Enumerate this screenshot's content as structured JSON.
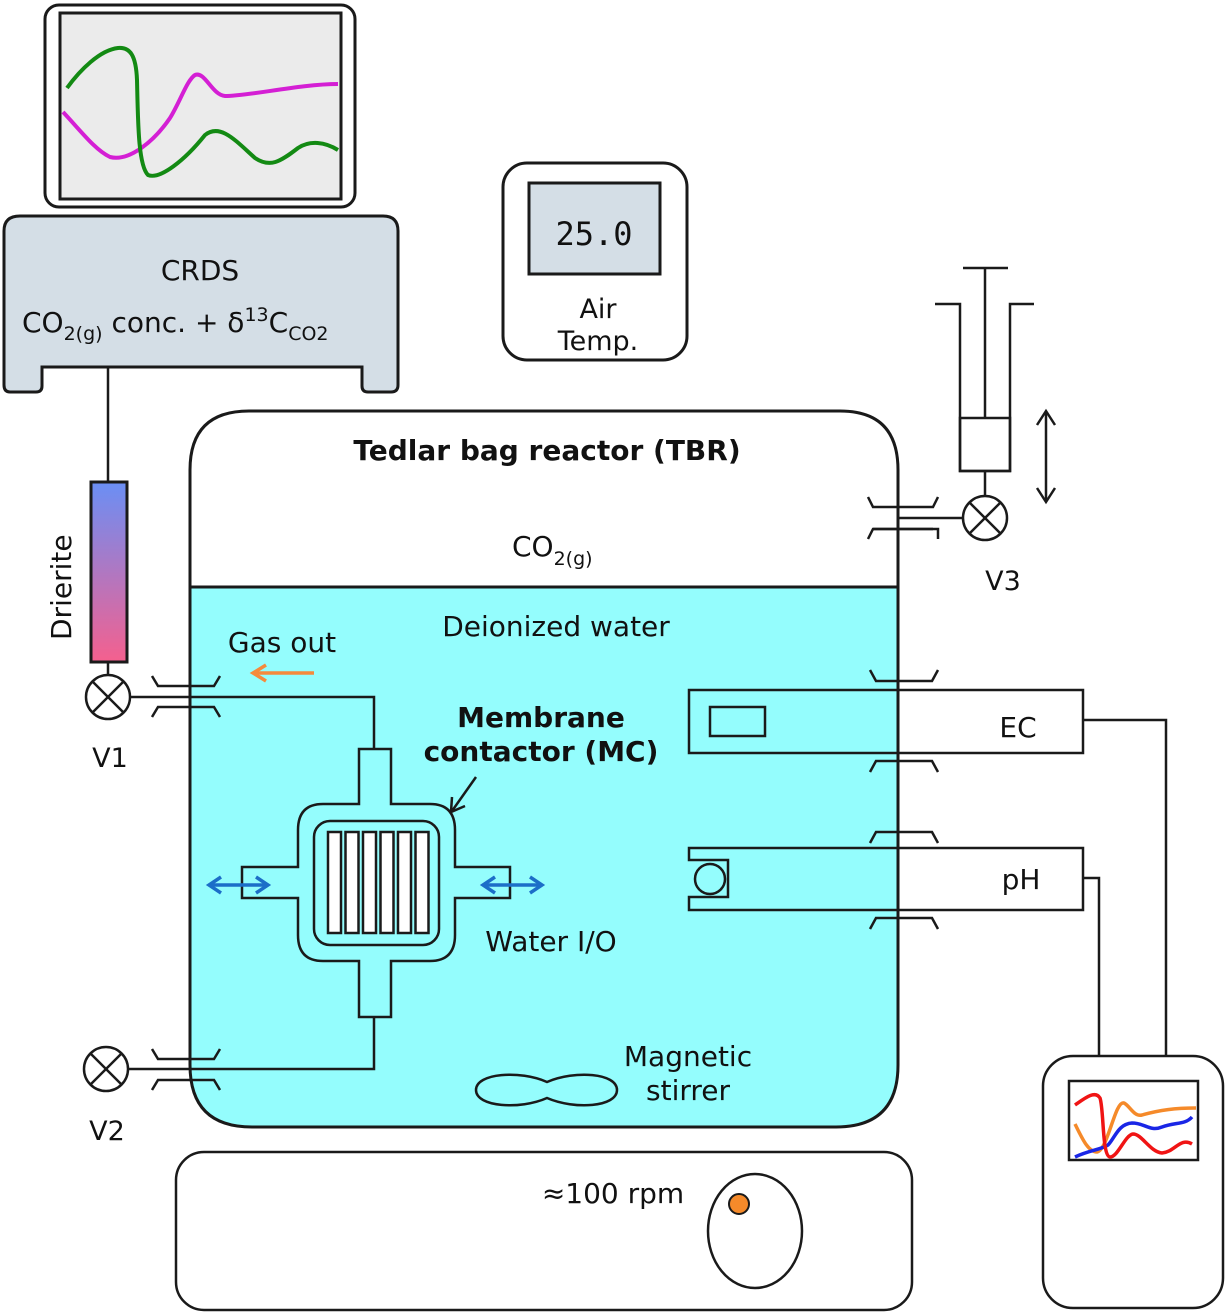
{
  "colors": {
    "water": "#94fdfd",
    "panel": "#d4dee6",
    "screen": "#ebebeb",
    "crds_green": "#138a13",
    "crds_magenta": "#d41fd4",
    "meter_red": "#f01414",
    "meter_orange": "#f58a2a",
    "meter_blue": "#1a26e6",
    "gas_arrow": "#f58a3c",
    "water_arrow": "#1c6ec8",
    "drierite_top": "#6a8ff5",
    "drierite_bottom": "#f5608e",
    "knob_dot": "#f58a2a",
    "membrane_gray": "#d0d0d4"
  },
  "crds": {
    "title": "CRDS",
    "line2_prefix": "CO",
    "line2_sub1": "2(g)",
    "line2_mid": " conc. + δ",
    "line2_sup": "13",
    "line2_c": "C",
    "line2_sub2": "CO2"
  },
  "air_temp": {
    "reading": "25.0",
    "label_line1": "Air",
    "label_line2": "Temp."
  },
  "reactor": {
    "title": "Tedlar bag reactor (TBR)",
    "headspace_prefix": "CO",
    "headspace_sub": "2(g)",
    "water_label": "Deionized water"
  },
  "drierite": {
    "label": "Drierite"
  },
  "valves": {
    "v1": "V1",
    "v2": "V2",
    "v3": "V3"
  },
  "gas_out": {
    "label": "Gas out"
  },
  "membrane": {
    "label_line1": "Membrane",
    "label_line2": "contactor (MC)",
    "water_io": "Water I/O",
    "fiber_count": 6
  },
  "probes": {
    "ec": "EC",
    "ph": "pH"
  },
  "stirrer": {
    "label_line1": "Magnetic",
    "label_line2": "stirrer",
    "speed": "≈100 rpm"
  }
}
